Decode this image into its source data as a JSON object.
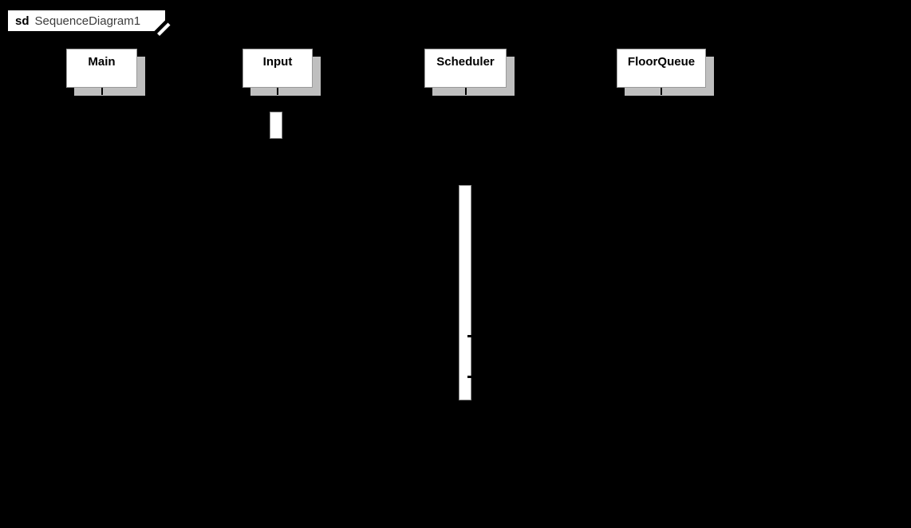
{
  "diagram_type": "uml-sequence-diagram",
  "frame_label": {
    "keyword": "sd",
    "title": "SequenceDiagram1"
  },
  "lifelines": [
    {
      "name": "Main"
    },
    {
      "name": "Input"
    },
    {
      "name": "Scheduler"
    },
    {
      "name": "FloorQueue"
    }
  ],
  "activations": [
    {
      "lifeline": "Input"
    },
    {
      "lifeline": "Scheduler"
    }
  ],
  "colors": {
    "background": "#000000",
    "node_fill": "#ffffff",
    "node_text": "#000000",
    "frame_title_text": "#3c3c3c",
    "drop_shadow": "#bfbfbf",
    "activation_border": "#8c8c8c",
    "lifeline": "#000000"
  }
}
